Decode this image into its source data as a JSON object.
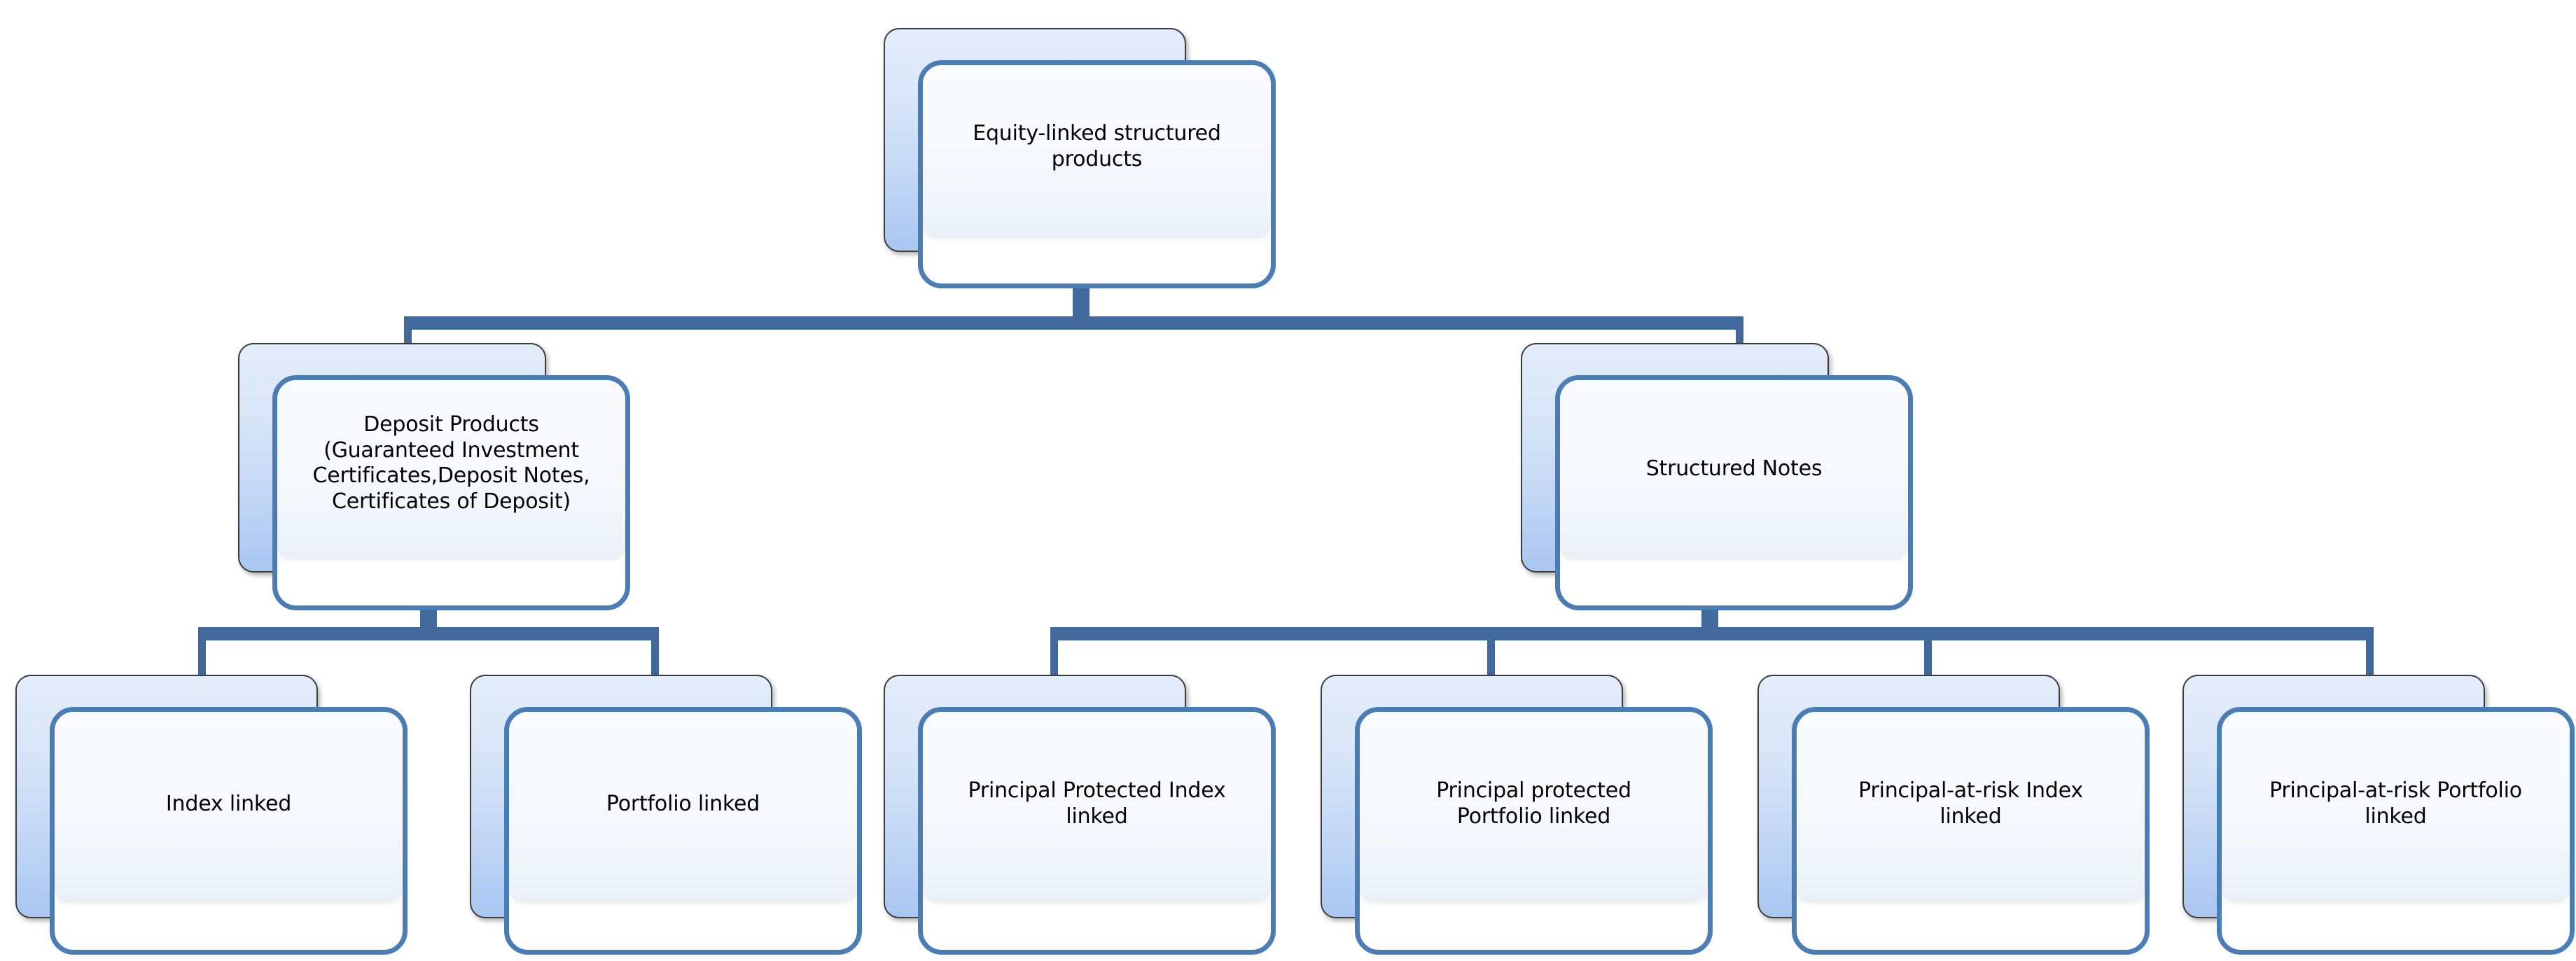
{
  "diagram": {
    "title": "Equity-linked structured products hierarchy",
    "colors": {
      "connector": "#41699b",
      "front_border": "#4a7cb5",
      "back_fill_top": "#e3ecfa",
      "back_fill_bottom": "#a9c6f2",
      "back_border": "#3c3c3c",
      "panel_fill": "#f8fafd",
      "text": "#000000",
      "background": "#ffffff"
    },
    "levels": [
      {
        "level": 1,
        "nodes": [
          {
            "id": "root",
            "label": "Equity-linked structured\nproducts"
          }
        ]
      },
      {
        "level": 2,
        "nodes": [
          {
            "id": "deposit-products",
            "label": "Deposit Products\n(Guaranteed Investment\nCertificates,Deposit Notes,\nCertificates of Deposit)"
          },
          {
            "id": "structured-notes",
            "label": "Structured Notes"
          }
        ]
      },
      {
        "level": 3,
        "nodes": [
          {
            "id": "index-linked",
            "label": "Index linked"
          },
          {
            "id": "portfolio-linked",
            "label": "Portfolio linked"
          },
          {
            "id": "principal-protected-index-linked",
            "label": "Principal Protected Index\nlinked"
          },
          {
            "id": "principal-protected-portfolio-linked",
            "label": "Principal protected\nPortfolio linked"
          },
          {
            "id": "principal-at-risk-index-linked",
            "label": "Principal-at-risk Index\nlinked"
          },
          {
            "id": "principal-at-risk-portfolio-linked",
            "label": "Principal-at-risk Portfolio\nlinked"
          }
        ]
      }
    ]
  }
}
